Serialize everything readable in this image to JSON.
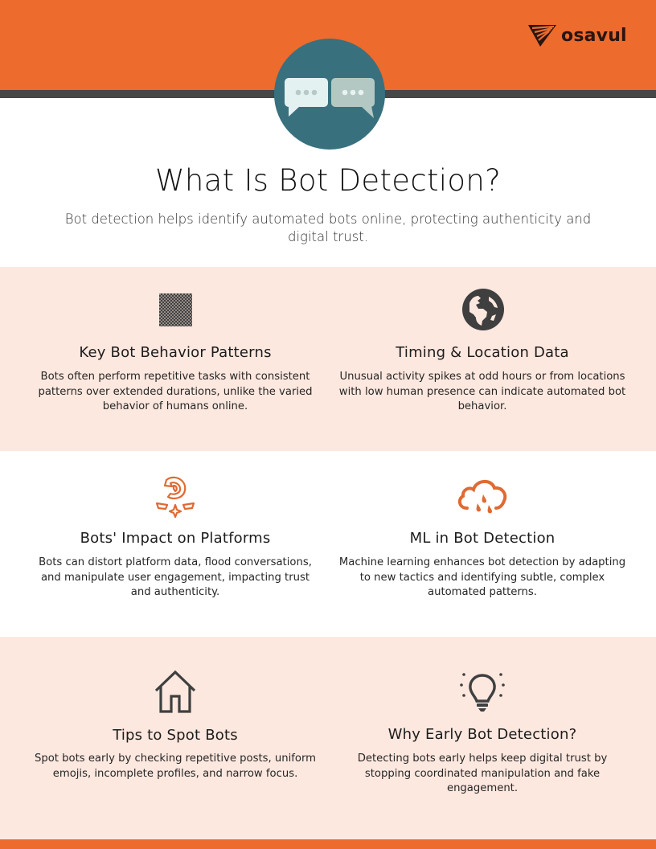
{
  "brand": {
    "logo_text": "osavul",
    "colors": {
      "accent_orange": "#ec6b2d",
      "dark_strip": "#474747",
      "hero_teal": "#38707e",
      "peach_band": "#fde8df",
      "icon_dark": "#3f3f3f",
      "icon_orange": "#e06a32"
    }
  },
  "hero": {
    "icon": "chat-bubbles-icon",
    "title": "What Is Bot Detection?",
    "subtitle": "Bot detection helps identify automated bots online, protecting authenticity and digital trust."
  },
  "cards": [
    {
      "icon": "pattern-grid-icon",
      "heading": "Key Bot Behavior Patterns",
      "description": "Bots often perform repetitive tasks with consistent patterns over extended durations, unlike the varied behavior of humans online."
    },
    {
      "icon": "globe-icon",
      "heading": "Timing & Location Data",
      "description": "Unusual activity spikes at odd hours or from locations with low human presence can indicate automated bot behavior."
    },
    {
      "icon": "spiral-sparkle-icon",
      "heading": "Bots' Impact on Platforms",
      "description": "Bots can distort platform data, flood conversations, and manipulate user engagement, impacting trust and authenticity."
    },
    {
      "icon": "rain-cloud-icon",
      "heading": "ML in Bot Detection",
      "description": "Machine learning enhances bot detection by adapting to new tactics and identifying subtle, complex automated patterns."
    },
    {
      "icon": "house-icon",
      "heading": "Tips to Spot Bots",
      "description": "Spot bots early by checking repetitive posts, uniform emojis, incomplete profiles, and narrow focus."
    },
    {
      "icon": "lightbulb-icon",
      "heading": "Why Early Bot Detection?",
      "description": "Detecting bots early helps keep digital trust by stopping coordinated manipulation and fake engagement."
    }
  ]
}
